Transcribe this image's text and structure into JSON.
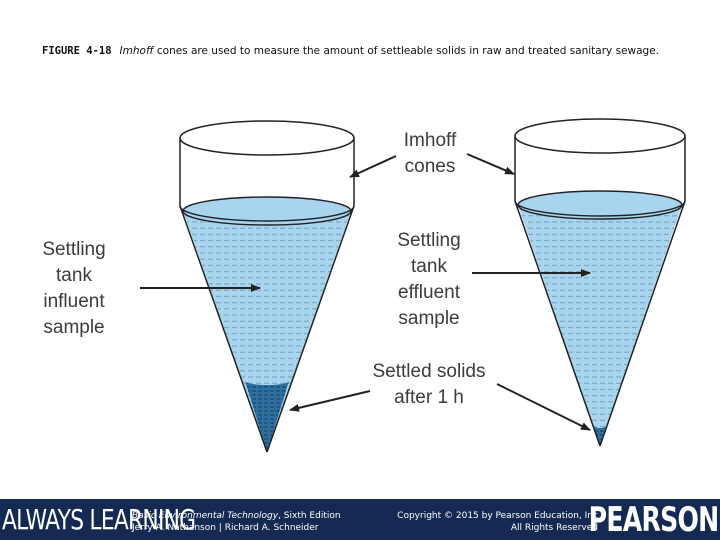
{
  "caption": {
    "figure_number": "FIGURE 4-18",
    "emphasis": "Imhoff",
    "text": " cones are used to measure the amount of settleable solids in raw and treated sanitary sewage."
  },
  "labels": {
    "imhoff_cones": [
      "Imhoff",
      "cones"
    ],
    "settling_tank_influent": [
      "Settling",
      "tank",
      "influent",
      "sample"
    ],
    "settling_tank_effluent": [
      "Settling",
      "tank",
      "effluent",
      "sample"
    ],
    "settled_solids": [
      "Settled solids",
      "after 1 h"
    ]
  },
  "colors": {
    "water": "#a9d4ee",
    "water_stripe": "#6a9cc0",
    "solids": "#2f6f9c",
    "solids_dark": "#123f63",
    "outline": "#222222",
    "footer_bg": "#152a52"
  },
  "footer": {
    "brand": "ALWAYS LEARNING",
    "book_title": "Basic Environmental Technology",
    "book_edition": ", Sixth Edition",
    "authors": "Jerry A. Nathanson | Richard A. Schneider",
    "copyright": "Copyright © 2015 by Pearson Education, Inc",
    "rights": "All Rights Reserved",
    "publisher": "PEARSON"
  }
}
